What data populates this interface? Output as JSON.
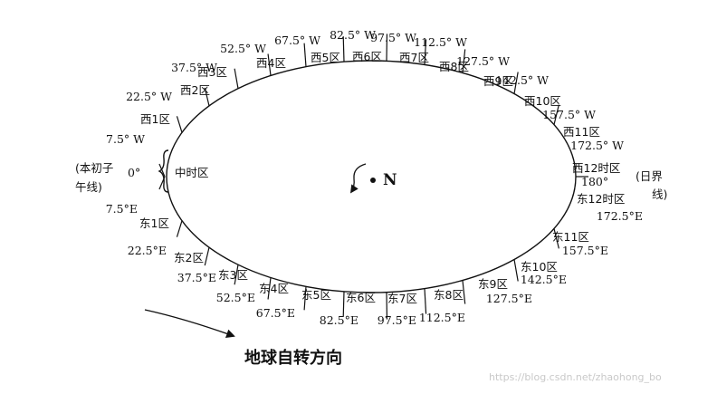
{
  "west_meridians": [
    "7.5° W",
    "22.5° W",
    "37.5° W",
    "52.5° W",
    "67.5° W",
    "82.5° W",
    "97.5° W",
    "112.5° W",
    "127.5° W",
    "142.5° W",
    "157.5° W",
    "172.5° W"
  ],
  "east_meridians": [
    "7.5°E",
    "22.5°E",
    "37.5°E",
    "52.5°E",
    "67.5°E",
    "82.5°E",
    "97.5°E",
    "112.5°E",
    "127.5°E",
    "142.5°E",
    "157.5°E",
    "172.5°E"
  ],
  "west_zones": [
    "西1区",
    "西2区",
    "西3区",
    "西4区",
    "西5区",
    "西6区",
    "西7区",
    "西8区",
    "西9区",
    "西10区",
    "西11区",
    "西12时区"
  ],
  "east_zones": [
    "东1区",
    "东2区",
    "东3区",
    "东4区",
    "东5区",
    "东6区",
    "东7区",
    "东8区",
    "东9区",
    "东10区",
    "东11区",
    "东12时区"
  ],
  "prime": {
    "degree": "0°",
    "zone": "中时区",
    "note_line1": "(本初子",
    "note_line2": "午线)"
  },
  "dateline": {
    "degree": "180°",
    "note_line1": "(日界",
    "note_line2": "线)"
  },
  "north_label": "N",
  "rotation_caption": "地球自转方向",
  "watermark": "https://blog.csdn.net/zhaohong_bo"
}
